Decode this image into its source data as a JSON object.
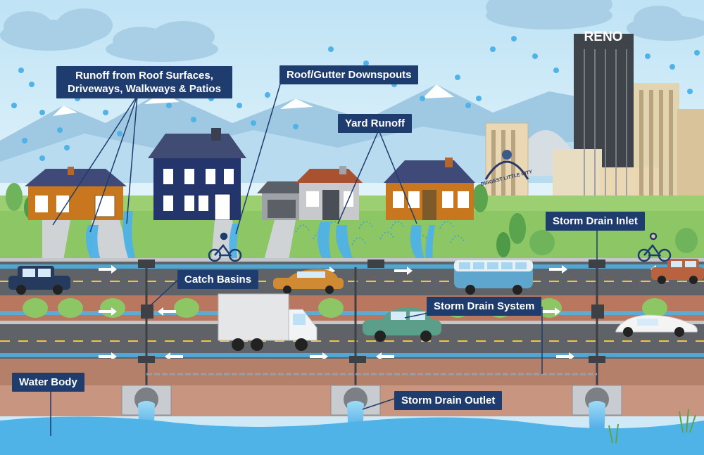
{
  "labels": {
    "runoff_roof_line1": "Runoff from Roof Surfaces,",
    "runoff_roof_line2": "Driveways, Walkways & Patios",
    "downspouts": "Roof/Gutter Downspouts",
    "yard_runoff": "Yard Runoff",
    "storm_drain_inlet": "Storm Drain Inlet",
    "catch_basins": "Catch Basins",
    "storm_drain_system": "Storm Drain System",
    "water_body": "Water Body",
    "storm_drain_outlet": "Storm Drain Outlet"
  },
  "city": {
    "tower_sign": "RENO",
    "arch_sign": "BIGGEST LITTLE CITY"
  },
  "colors": {
    "label_bg": "#1f3c6e",
    "water": "#4fb3e8",
    "grass": "#8cc665",
    "road": "#5f6368",
    "soil": "#b5806a"
  }
}
